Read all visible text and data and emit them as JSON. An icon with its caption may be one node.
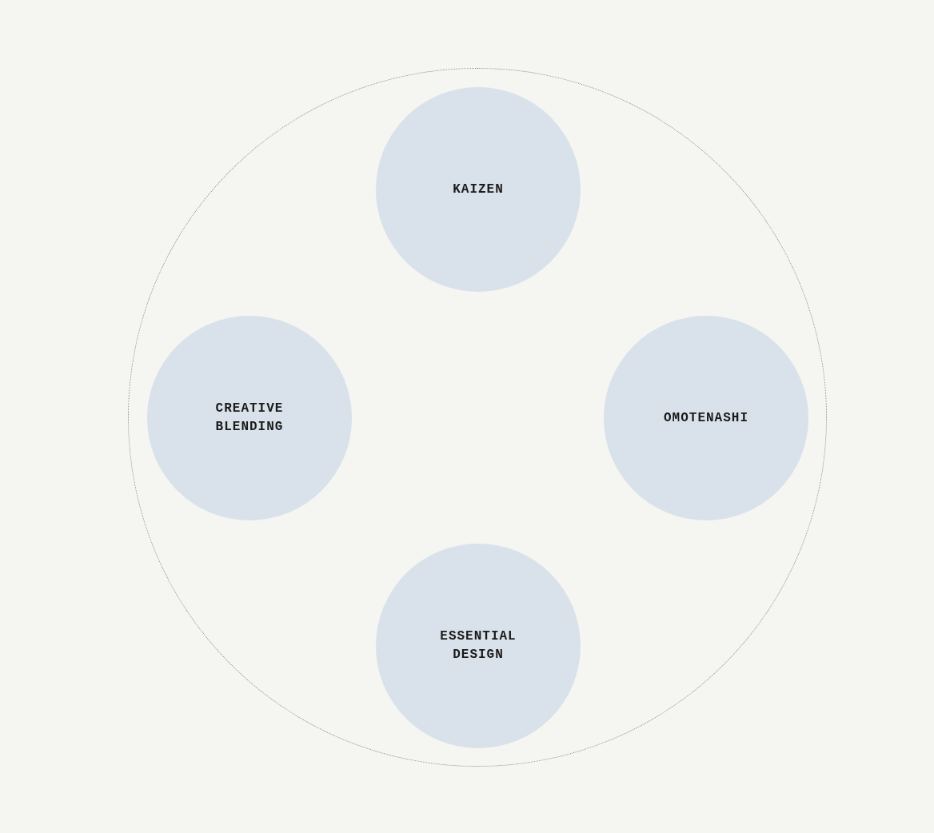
{
  "diagram": {
    "nodes": [
      {
        "text": [],
        "shape": "circle"
      },
      {
        "text": [
          "KAIZEN"
        ],
        "in": 0
      },
      {
        "text": [
          "CREATIVE BLENDING"
        ],
        "in": 0
      },
      {
        "text": [
          "OMOTENASHI"
        ],
        "in": 0
      },
      {
        "text": [
          "ESSENTIAL DESIGN"
        ],
        "in": 0
      }
    ]
  }
}
